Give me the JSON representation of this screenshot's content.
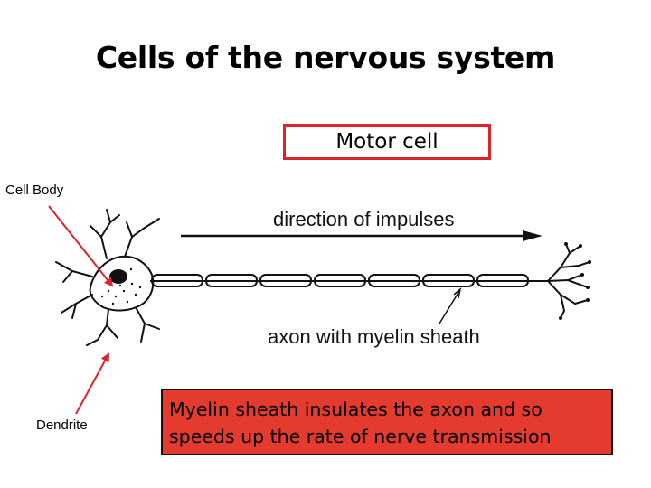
{
  "title": "Cells of the nervous system",
  "cell_type": "Motor cell",
  "labels": {
    "cell_body": "Cell Body",
    "dendrite": "Dendrite",
    "direction": "direction of impulses",
    "axon": "axon with myelin sheath"
  },
  "note": "Myelin sheath insulates the axon and so speeds up the rate of nerve transmission",
  "colors": {
    "accent_red": "#e0202a",
    "note_fill": "#e53a2e",
    "drawing": "#111111"
  }
}
